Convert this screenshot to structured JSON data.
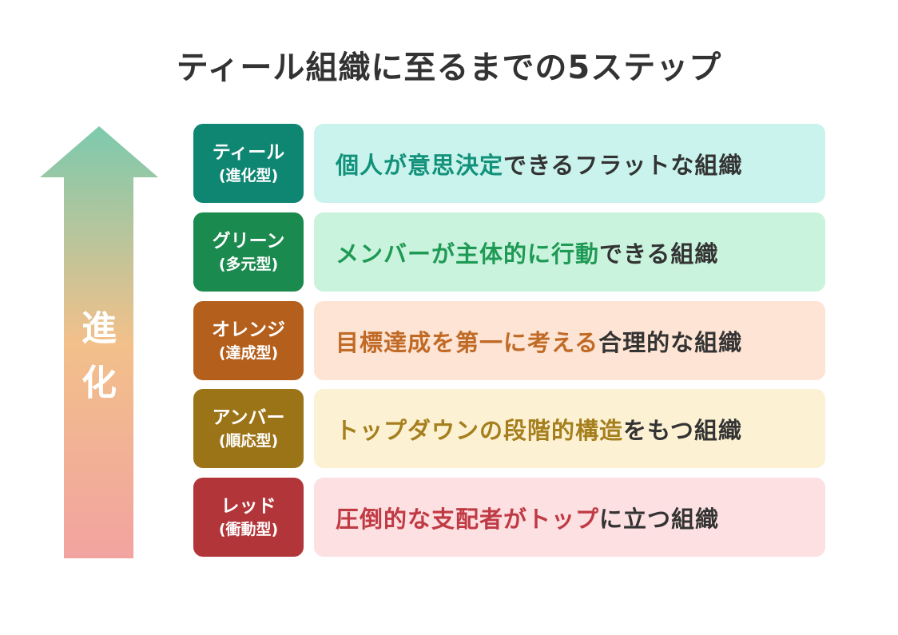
{
  "title": "ティール組織に至るまでの5ステップ",
  "arrow": {
    "label_1": "進",
    "label_2": "化",
    "colors": [
      "#7ccaad",
      "#f2c08a",
      "#f2a3a0"
    ]
  },
  "steps": [
    {
      "name": "ティール",
      "sub": "(進化型)",
      "hl": "個人が意思決定",
      "rest": "できるフラットな組織",
      "color": "#0f8672",
      "bg": "#c9f3ec",
      "hl_color": "#12917b"
    },
    {
      "name": "グリーン",
      "sub": "(多元型)",
      "hl": "メンバーが主体的に行動",
      "rest": "できる組織",
      "color": "#1a8a4e",
      "bg": "#c9f3dd",
      "hl_color": "#1f9a55"
    },
    {
      "name": "オレンジ",
      "sub": "(達成型)",
      "hl": "目標達成を第一に考える",
      "rest": "合理的な組織",
      "color": "#b45f1c",
      "bg": "#fde4d4",
      "hl_color": "#c06a26"
    },
    {
      "name": "アンバー",
      "sub": "(順応型)",
      "hl": "トップダウンの段階的構造",
      "rest": "をもつ組織",
      "color": "#9c7418",
      "bg": "#fdf1d4",
      "hl_color": "#a57f1d"
    },
    {
      "name": "レッド",
      "sub": "(衝動型)",
      "hl": "圧倒的な支配者がトップ",
      "rest": "に立つ組織",
      "color": "#b2353a",
      "bg": "#fde0e2",
      "hl_color": "#c03a44"
    }
  ]
}
